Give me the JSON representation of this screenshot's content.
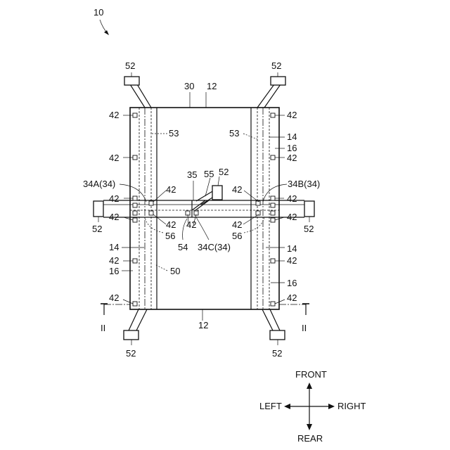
{
  "labels": {
    "fig": "10",
    "n52": "52",
    "n30": "30",
    "n12": "12",
    "n42": "42",
    "n53": "53",
    "n14": "14",
    "n16": "16",
    "n35": "35",
    "n55": "55",
    "n34a": "34A(34)",
    "n34b": "34B(34)",
    "n56": "56",
    "n54": "54",
    "n34c": "34C(34)",
    "n50": "50",
    "section": "II"
  },
  "directions": {
    "front": "FRONT",
    "rear": "REAR",
    "left": "LEFT",
    "right": "RIGHT"
  }
}
